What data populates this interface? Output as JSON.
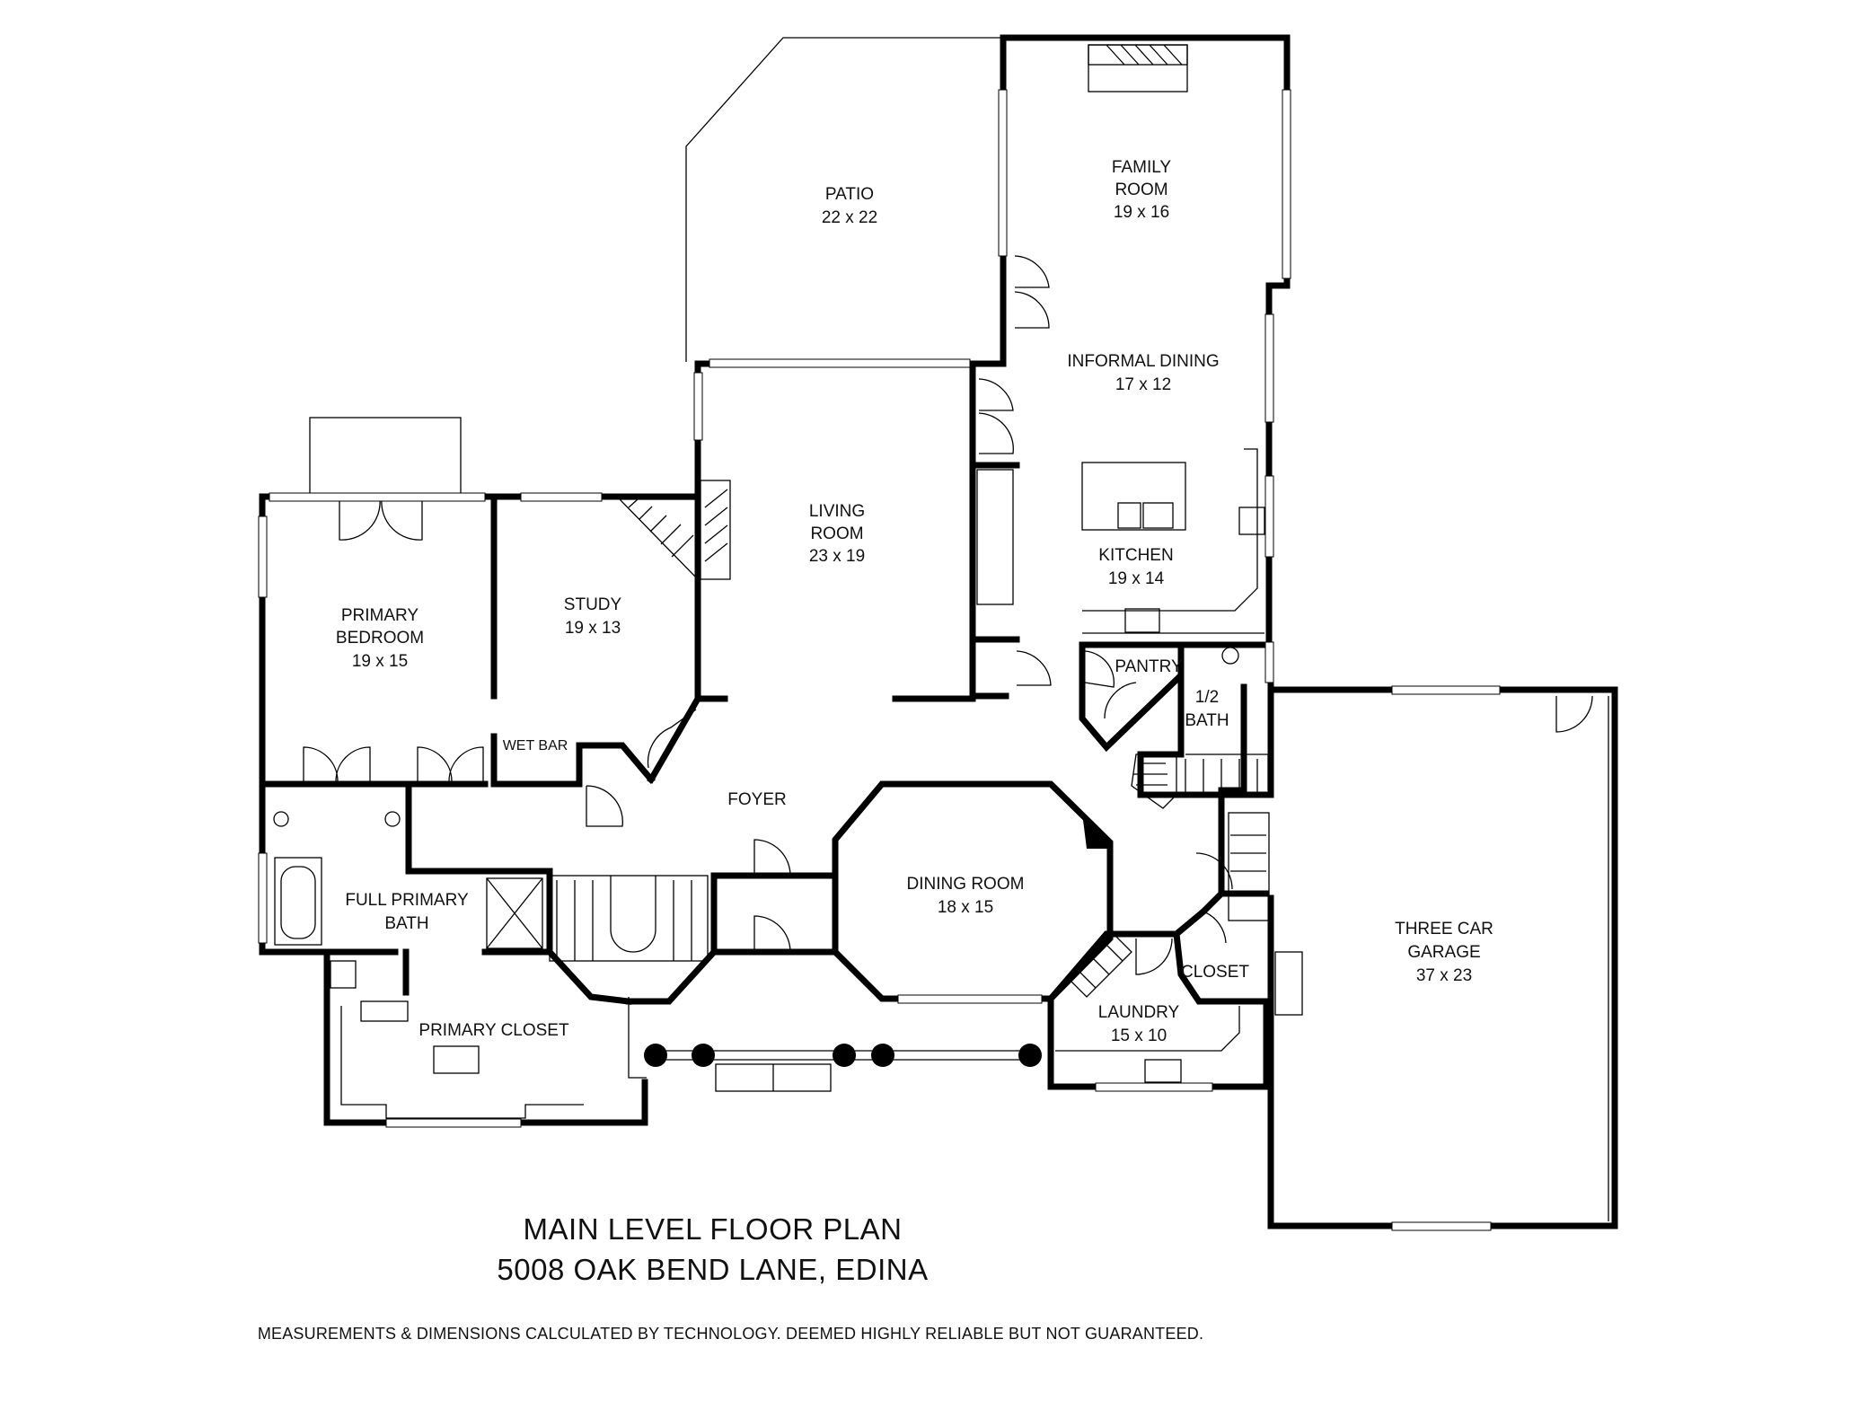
{
  "rooms": [
    {
      "id": "patio",
      "name": "PATIO",
      "dims": "22 x 22"
    },
    {
      "id": "family-room",
      "name": "FAMILY ROOM",
      "dims": "19 x 16"
    },
    {
      "id": "informal-dining",
      "name": "INFORMAL DINING",
      "dims": "17 x 12"
    },
    {
      "id": "living-room",
      "name": "LIVING ROOM",
      "dims": "23 x 19"
    },
    {
      "id": "kitchen",
      "name": "KITCHEN",
      "dims": "19 x 14"
    },
    {
      "id": "primary-bedroom",
      "name": "PRIMARY BEDROOM",
      "dims": "19 x 15"
    },
    {
      "id": "study",
      "name": "STUDY",
      "dims": "19 x 13"
    },
    {
      "id": "pantry",
      "name": "PANTRY",
      "dims": ""
    },
    {
      "id": "half-bath",
      "name": "1/2 BATH",
      "dims": ""
    },
    {
      "id": "wet-bar",
      "name": "WET BAR",
      "dims": ""
    },
    {
      "id": "foyer",
      "name": "FOYER",
      "dims": ""
    },
    {
      "id": "dining-room",
      "name": "DINING ROOM",
      "dims": "18 x 15"
    },
    {
      "id": "full-primary-bath",
      "name": "FULL PRIMARY BATH",
      "dims": ""
    },
    {
      "id": "closet",
      "name": "CLOSET",
      "dims": ""
    },
    {
      "id": "laundry",
      "name": "LAUNDRY",
      "dims": "15 x 10"
    },
    {
      "id": "primary-closet",
      "name": "PRIMARY CLOSET",
      "dims": ""
    },
    {
      "id": "three-car-garage",
      "name": "THREE CAR GARAGE",
      "dims": "37 x 23"
    }
  ],
  "labels": {
    "patio_l1": "PATIO",
    "patio_dim": "22 x 22",
    "family_l1": "FAMILY",
    "family_l2": "ROOM",
    "family_dim": "19 x 16",
    "informal_l1": "INFORMAL DINING",
    "informal_dim": "17 x 12",
    "living_l1": "LIVING",
    "living_l2": "ROOM",
    "living_dim": "23 x 19",
    "kitchen_l1": "KITCHEN",
    "kitchen_dim": "19 x 14",
    "bedroom_l1": "PRIMARY",
    "bedroom_l2": "BEDROOM",
    "bedroom_dim": "19 x 15",
    "study_l1": "STUDY",
    "study_dim": "19 x 13",
    "pantry_l1": "PANTRY",
    "halfbath_l1": "1/2",
    "halfbath_l2": "BATH",
    "wetbar_l1": "WET BAR",
    "foyer_l1": "FOYER",
    "dining_l1": "DINING ROOM",
    "dining_dim": "18 x 15",
    "bath_l1": "FULL PRIMARY",
    "bath_l2": "BATH",
    "closet_l1": "CLOSET",
    "laundry_l1": "LAUNDRY",
    "laundry_dim": "15 x 10",
    "pcloset_l1": "PRIMARY CLOSET",
    "garage_l1": "THREE CAR",
    "garage_l2": "GARAGE",
    "garage_dim": "37 x 23"
  },
  "title": {
    "line1": "MAIN LEVEL FLOOR PLAN",
    "line2": "5008 OAK BEND LANE, EDINA"
  },
  "disclaimer": "MEASUREMENTS & DIMENSIONS CALCULATED BY TECHNOLOGY. DEEMED HIGHLY RELIABLE BUT NOT GUARANTEED.",
  "colors": {
    "wall": "#000000",
    "background": "#ffffff"
  }
}
